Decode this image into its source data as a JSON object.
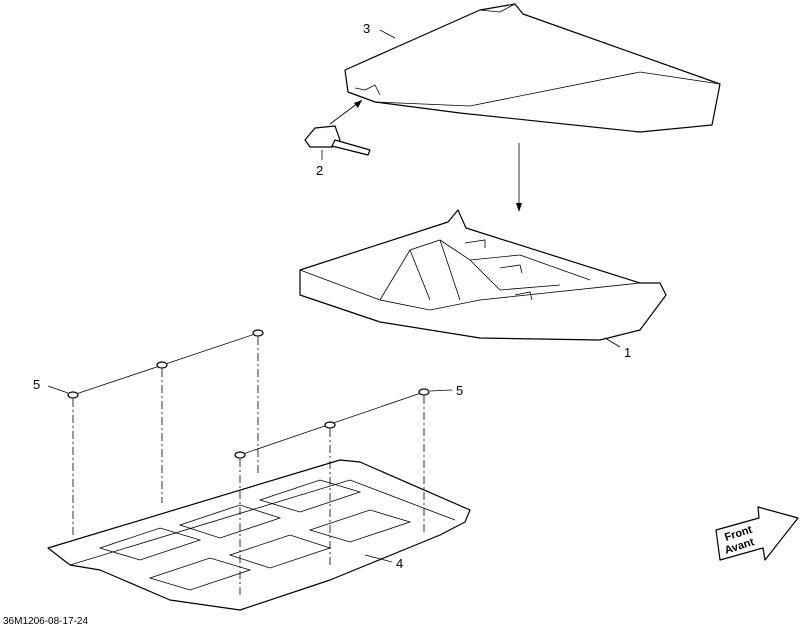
{
  "callouts": {
    "seat": "3",
    "latch": "2",
    "base": "1",
    "screws_left": "5",
    "screws_right": "5",
    "skid_plate": "4"
  },
  "direction_arrow": {
    "line1": "Front",
    "line2": "Avant"
  },
  "drawing_code": "36M1206-08-17-24"
}
